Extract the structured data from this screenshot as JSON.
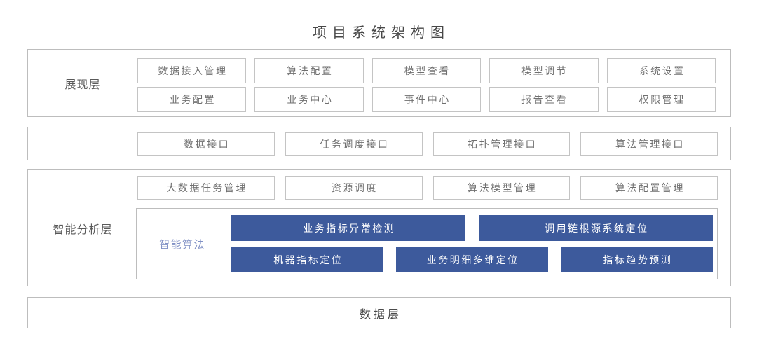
{
  "title": "项目系统架构图",
  "colors": {
    "accent_blue": "#3d5a9c",
    "algo_label_blue": "#8191c5",
    "border_gray": "#c4c4c4",
    "text_gray": "#6f6f6f"
  },
  "presentation_layer": {
    "label": "展现层",
    "row1": [
      "数据接入管理",
      "算法配置",
      "模型查看",
      "模型调节",
      "系统设置"
    ],
    "row2": [
      "业务配置",
      "业务中心",
      "事件中心",
      "报告查看",
      "权限管理"
    ]
  },
  "interface_layer": {
    "items": [
      "数据接口",
      "任务调度接口",
      "拓扑管理接口",
      "算法管理接口"
    ]
  },
  "analysis_layer": {
    "label": "智能分析层",
    "items": [
      "大数据任务管理",
      "资源调度",
      "算法模型管理",
      "算法配置管理"
    ],
    "algo_group": {
      "label": "智能算法",
      "row1": [
        "业务指标异常检测",
        "调用链根源系统定位"
      ],
      "row2": [
        "机器指标定位",
        "业务明细多维定位",
        "指标趋势预测"
      ]
    }
  },
  "data_layer": {
    "label": "数据层"
  }
}
